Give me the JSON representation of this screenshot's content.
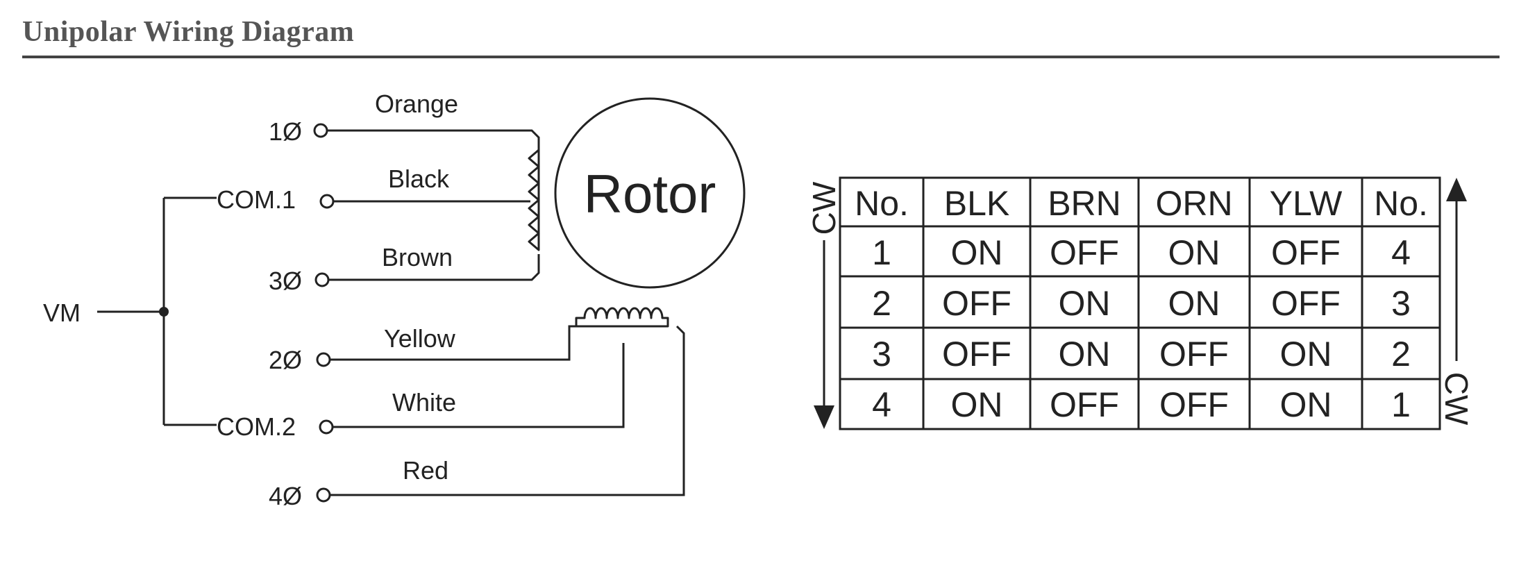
{
  "title": "Unipolar Wiring Diagram",
  "wiring": {
    "supply_label": "VM",
    "rotor_label": "Rotor",
    "terminals": [
      {
        "label": "1Ø",
        "wire": "Orange"
      },
      {
        "label": "COM.1",
        "wire": "Black"
      },
      {
        "label": "3Ø",
        "wire": "Brown"
      },
      {
        "label": "2Ø",
        "wire": "Yellow"
      },
      {
        "label": "COM.2",
        "wire": "White"
      },
      {
        "label": "4Ø",
        "wire": "Red"
      }
    ]
  },
  "sequence_table": {
    "headers": [
      "No.",
      "BLK",
      "BRN",
      "ORN",
      "YLW",
      "No."
    ],
    "rows": [
      [
        "1",
        "ON",
        "OFF",
        "ON",
        "OFF",
        "4"
      ],
      [
        "2",
        "OFF",
        "ON",
        "ON",
        "OFF",
        "3"
      ],
      [
        "3",
        "OFF",
        "ON",
        "OFF",
        "ON",
        "2"
      ],
      [
        "4",
        "ON",
        "OFF",
        "OFF",
        "ON",
        "1"
      ]
    ],
    "left_direction": "CW",
    "right_direction": "CW"
  }
}
